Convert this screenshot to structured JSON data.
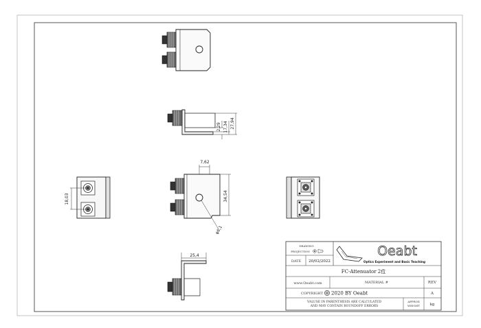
{
  "dimensions": {
    "d_7_62": "7,62",
    "d_2_29": "2,29",
    "d_17_34": "17,34",
    "d_27_94": "27,94",
    "d_34_54": "34,54",
    "d_18_03": "18,03",
    "d_phi_6_1": "φ6,1",
    "d_25_4": "25,4"
  },
  "title_block": {
    "drawing_label": "DRAWING",
    "projection_label": "PROJECTION",
    "date_label": "DATE",
    "date_value": "20/02/2022",
    "brand_name": "Oeabt",
    "brand_tagline": "Optics Experiment and Basic Teaching",
    "part_name": "FC-Attenuator 2位",
    "website": "www.Oeabt.com",
    "material_label": "MATERIAL #",
    "rev_label": "REV",
    "rev_value": "A",
    "copyright_label": "COPYRIGHT",
    "copyright_text": "2020 BY Oeabt",
    "note_line1": "VALUSE IN PARENTHESIS ARE CALCULATED",
    "note_line2": "AND MAY CONTAIN ROUNDOFF ERRORS",
    "approx_label": "APPROX",
    "weight_label": "WEIGHT",
    "unit_value": "kg"
  }
}
